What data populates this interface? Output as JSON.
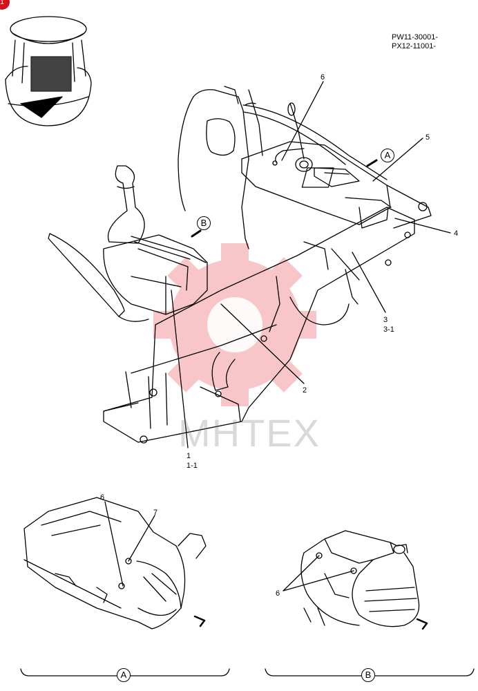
{
  "serials": [
    "PW11-30001-",
    "PX12-11001-"
  ],
  "badge": "1",
  "watermark": "MHTEX",
  "colors": {
    "line": "#000000",
    "watermark": "#e8353c",
    "badge": "#d4121e"
  },
  "callouts": {
    "c6_top": "6",
    "c5": "5",
    "c4": "4",
    "c3": "3",
    "c3_1": "3-1",
    "c2": "2",
    "c1": "1",
    "c1_1": "1-1",
    "c6_a": "6",
    "c7": "7",
    "c6_b": "6"
  },
  "views": {
    "a": "A",
    "b": "B"
  }
}
